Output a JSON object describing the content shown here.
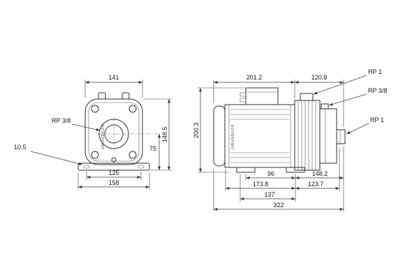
{
  "drawing": {
    "brand": "GRUNDFOS",
    "front_view": {
      "dim_top_width": "141",
      "label_port": "RP 3/8",
      "label_base_hole": "10.5",
      "dim_foot_holes": "125",
      "dim_base_width": "158",
      "dim_center_to_base": "75",
      "dim_height": "148.5"
    },
    "side_view": {
      "dim_motor_length": "201.2",
      "dim_head_length": "120.8",
      "dim_height": "200.3",
      "label_port_top": "RP 1",
      "label_port_mid": "RP 3/8",
      "label_port_end": "RP 1",
      "dim_foot_span": "96",
      "dim_foot_to_end": "148.2",
      "dim_a": "173.8",
      "dim_b": "123.7",
      "dim_c": "137",
      "dim_overall": "322"
    }
  }
}
